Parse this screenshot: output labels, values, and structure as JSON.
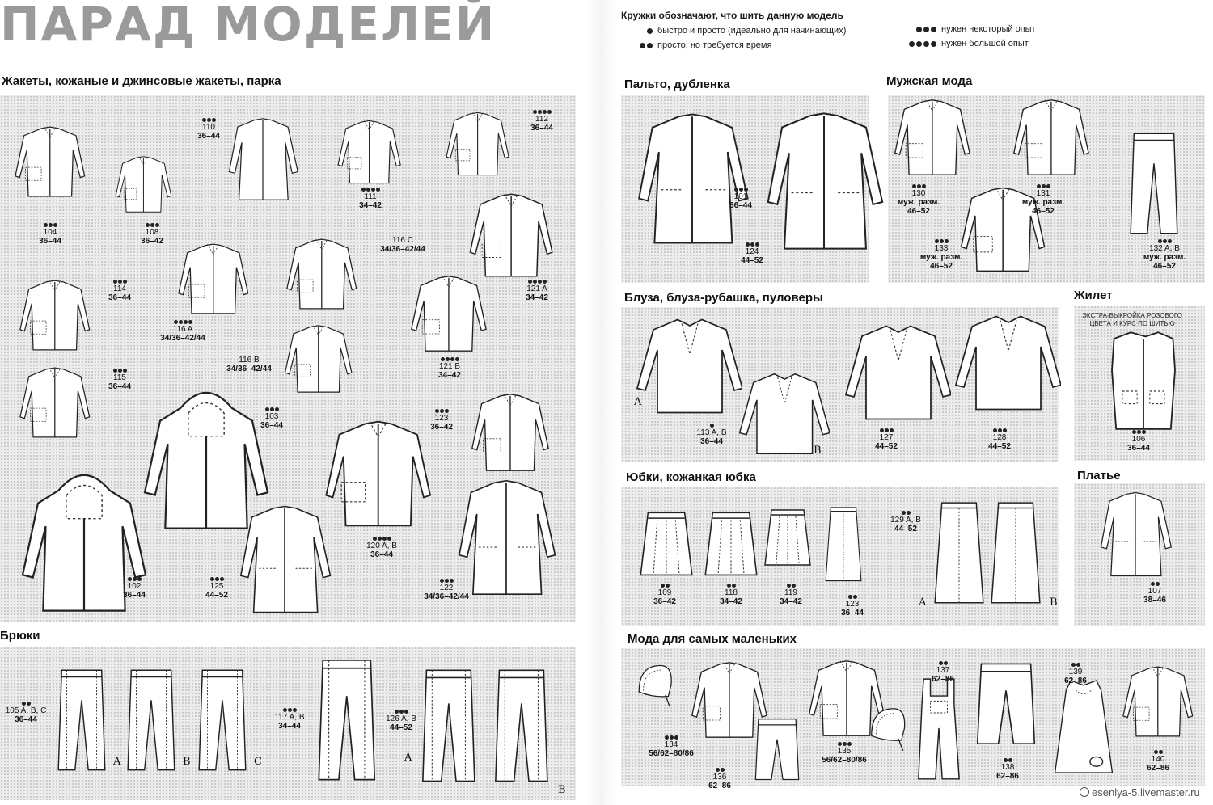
{
  "page_title": "ПАРАД МОДЕЛЕЙ",
  "legend": {
    "title": "Кружки обозначают, что шить данную модель",
    "items": [
      {
        "dots": 1,
        "text": "быстро и просто (идеально для начинающих)"
      },
      {
        "dots": 2,
        "text": "просто, но требуется время"
      },
      {
        "dots": 3,
        "text": "нужен некоторый опыт"
      },
      {
        "dots": 4,
        "text": "нужен большой опыт"
      }
    ]
  },
  "sections": {
    "jackets": "Жакеты, кожаные и джинсовые жакеты, парка",
    "trousers": "Брюки",
    "coats": "Пальто, дубленка",
    "menswear": "Мужская мода",
    "vest": "Жилет",
    "blouses": "Блуза, блуза-рубашка, пуловеры",
    "skirts": "Юбки, кожанкая юбка",
    "dress": "Платье",
    "kids": "Мода для самых маленьких"
  },
  "vest_promo": "ЭКСТРА-ВЫКРОЙКА РОЗОВОГО ЦВЕТА И КУРС ПО ШИТЬЮ",
  "variant_letters": [
    "A",
    "B",
    "C"
  ],
  "models": [
    {
      "id": "104",
      "dots": 3,
      "num": "104",
      "size": "36–44"
    },
    {
      "id": "108",
      "dots": 3,
      "num": "108",
      "size": "36–42"
    },
    {
      "id": "110",
      "dots": 3,
      "num": "110",
      "size": "36–44"
    },
    {
      "id": "111",
      "dots": 4,
      "num": "111",
      "size": "34–42"
    },
    {
      "id": "112",
      "dots": 4,
      "num": "112",
      "size": "36–44"
    },
    {
      "id": "114",
      "dots": 3,
      "num": "114",
      "size": "36–44"
    },
    {
      "id": "115",
      "dots": 3,
      "num": "115",
      "size": "36–44"
    },
    {
      "id": "116A",
      "dots": 4,
      "num": "116 A",
      "size": "34/36–42/44"
    },
    {
      "id": "116B",
      "dots": 0,
      "num": "116 B",
      "size": "34/36–42/44"
    },
    {
      "id": "116C",
      "dots": 0,
      "num": "116 C",
      "size": "34/36–42/44"
    },
    {
      "id": "121A",
      "dots": 4,
      "num": "121 A",
      "size": "34–42"
    },
    {
      "id": "121B",
      "dots": 4,
      "num": "121 B",
      "size": "34–42"
    },
    {
      "id": "103",
      "dots": 3,
      "num": "103",
      "size": "36–44"
    },
    {
      "id": "123",
      "dots": 3,
      "num": "123",
      "size": "36–42"
    },
    {
      "id": "102",
      "dots": 3,
      "num": "102",
      "size": "36–44"
    },
    {
      "id": "125",
      "dots": 3,
      "num": "125",
      "size": "44–52"
    },
    {
      "id": "120",
      "dots": 4,
      "num": "120 A, B",
      "size": "36–44"
    },
    {
      "id": "122",
      "dots": 3,
      "num": "122",
      "size": "34/36–42/44"
    },
    {
      "id": "105",
      "dots": 2,
      "num": "105 A, B, C",
      "size": "36–44"
    },
    {
      "id": "117",
      "dots": 3,
      "num": "117 A, B",
      "size": "34–44"
    },
    {
      "id": "126",
      "dots": 3,
      "num": "126 A, B",
      "size": "44–52"
    },
    {
      "id": "101",
      "dots": 3,
      "num": "101",
      "size": "36–44"
    },
    {
      "id": "124",
      "dots": 3,
      "num": "124",
      "size": "44–52"
    },
    {
      "id": "130",
      "dots": 3,
      "num": "130",
      "size": "46–52",
      "note": "муж. разм."
    },
    {
      "id": "131",
      "dots": 3,
      "num": "131",
      "size": "46–52",
      "note": "муж. разм."
    },
    {
      "id": "133",
      "dots": 3,
      "num": "133",
      "size": "46–52",
      "note": "муж. разм."
    },
    {
      "id": "132",
      "dots": 3,
      "num": "132 A, B",
      "size": "46–52",
      "note": "муж. разм."
    },
    {
      "id": "113",
      "dots": 1,
      "num": "113 A, B",
      "size": "36–44"
    },
    {
      "id": "127",
      "dots": 3,
      "num": "127",
      "size": "44–52"
    },
    {
      "id": "128",
      "dots": 3,
      "num": "128",
      "size": "44–52"
    },
    {
      "id": "106",
      "dots": 3,
      "num": "106",
      "size": "36–44"
    },
    {
      "id": "109",
      "dots": 2,
      "num": "109",
      "size": "36–42"
    },
    {
      "id": "118",
      "dots": 2,
      "num": "118",
      "size": "34–42"
    },
    {
      "id": "119",
      "dots": 2,
      "num": "119",
      "size": "34–42"
    },
    {
      "id": "123s",
      "dots": 2,
      "num": "123",
      "size": "36–44"
    },
    {
      "id": "129",
      "dots": 2,
      "num": "129 A, B",
      "size": "44–52"
    },
    {
      "id": "107",
      "dots": 2,
      "num": "107",
      "size": "38–46"
    },
    {
      "id": "134",
      "dots": 3,
      "num": "134",
      "size": "56/62–80/86"
    },
    {
      "id": "135",
      "dots": 3,
      "num": "135",
      "size": "56/62–80/86"
    },
    {
      "id": "136",
      "dots": 2,
      "num": "136",
      "size": "62–86"
    },
    {
      "id": "137",
      "dots": 2,
      "num": "137",
      "size": "62–86"
    },
    {
      "id": "138",
      "dots": 2,
      "num": "138",
      "size": "62–86"
    },
    {
      "id": "139",
      "dots": 2,
      "num": "139",
      "size": "62–86"
    },
    {
      "id": "140",
      "dots": 2,
      "num": "140",
      "size": "62–86"
    }
  ],
  "watermark": "esenlya-5.livemaster.ru"
}
